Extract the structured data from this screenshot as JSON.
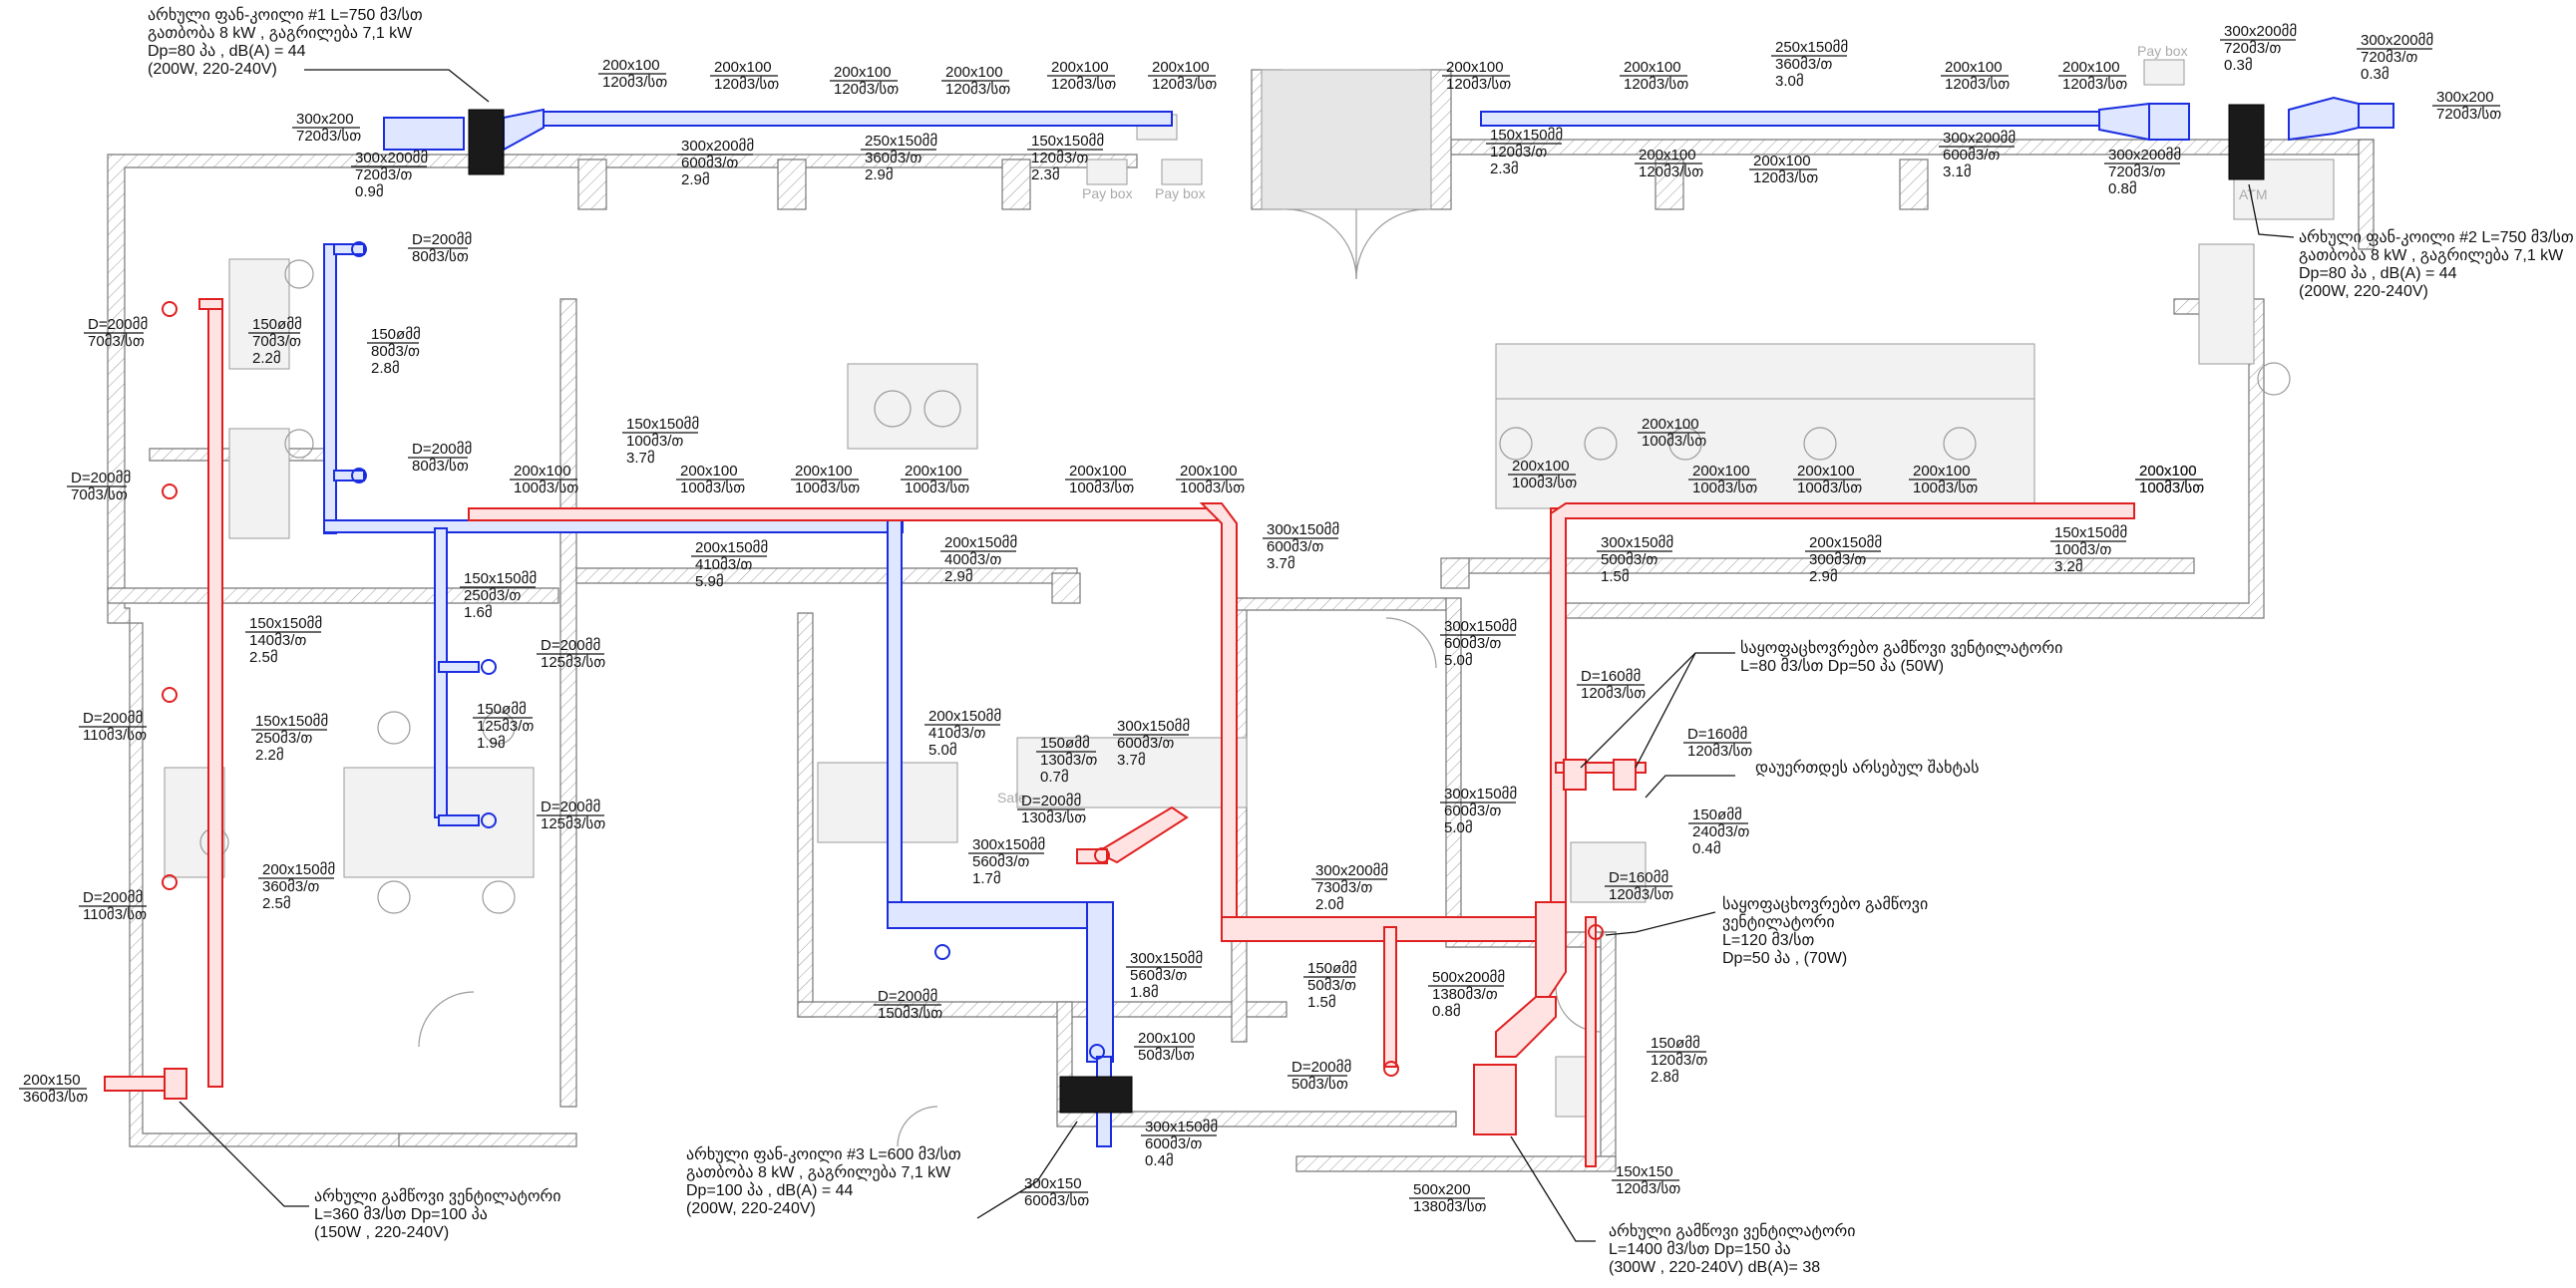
{
  "colors": {
    "supply": "#e02020",
    "return": "#1a2ee0",
    "wall": "#777777"
  },
  "labels": [
    {
      "id": "l1",
      "lines": [
        "300x200",
        "720მ3/სთ"
      ]
    },
    {
      "id": "l2",
      "lines": [
        "300x200მმ",
        "720მ3/თ",
        "0.9მ"
      ]
    },
    {
      "id": "l3",
      "lines": [
        "200x100",
        "120მ3/სთ"
      ]
    },
    {
      "id": "l4",
      "lines": [
        "200x100",
        "120მ3/სთ"
      ]
    },
    {
      "id": "l5",
      "lines": [
        "200x100",
        "120მ3/სთ"
      ]
    },
    {
      "id": "l6",
      "lines": [
        "200x100",
        "120მ3/სთ"
      ]
    },
    {
      "id": "l7",
      "lines": [
        "200x100",
        "120მ3/სთ"
      ]
    },
    {
      "id": "l8",
      "lines": [
        "200x100",
        "120მ3/სთ"
      ]
    },
    {
      "id": "l9",
      "lines": [
        "300x200მმ",
        "600მ3/თ",
        "2.9მ"
      ]
    },
    {
      "id": "l10",
      "lines": [
        "250x150მმ",
        "360მ3/თ",
        "2.9მ"
      ]
    },
    {
      "id": "l11",
      "lines": [
        "150x150მმ",
        "120მ3/თ",
        "2.3მ"
      ]
    },
    {
      "id": "l12",
      "lines": [
        "200x100",
        "120მ3/სთ"
      ]
    },
    {
      "id": "l13",
      "lines": [
        "200x100",
        "120მ3/სთ"
      ]
    },
    {
      "id": "l14",
      "lines": [
        "250x150მმ",
        "360მ3/თ",
        "3.0მ"
      ]
    },
    {
      "id": "l15",
      "lines": [
        "200x100",
        "120მ3/სთ"
      ]
    },
    {
      "id": "l16",
      "lines": [
        "200x100",
        "120მ3/სთ"
      ]
    },
    {
      "id": "l17",
      "lines": [
        "150x150მმ",
        "120მ3/თ",
        "2.3მ"
      ]
    },
    {
      "id": "l18",
      "lines": [
        "200x100",
        "120მ3/სთ"
      ]
    },
    {
      "id": "l19",
      "lines": [
        "200x100",
        "120მ3/სთ"
      ]
    },
    {
      "id": "l20",
      "lines": [
        "300x200მმ",
        "600მ3/თ",
        "3.1მ"
      ]
    },
    {
      "id": "l21",
      "lines": [
        "300x200მმ",
        "720მ3/თ",
        "0.8მ"
      ]
    },
    {
      "id": "l22",
      "lines": [
        "300x200მმ",
        "720მ3/თ",
        "0.3მ"
      ]
    },
    {
      "id": "l23",
      "lines": [
        "300x200მმ",
        "720მ3/თ",
        "0.3მ"
      ]
    },
    {
      "id": "l24",
      "lines": [
        "300x200",
        "720მ3/სთ"
      ]
    },
    {
      "id": "l25",
      "lines": [
        "D=200მმ",
        "80მ3/სთ"
      ]
    },
    {
      "id": "l26",
      "lines": [
        "D=200მმ",
        "70მ3/სთ"
      ]
    },
    {
      "id": "l27",
      "lines": [
        "150øმმ",
        "70მ3/თ",
        "2.2მ"
      ]
    },
    {
      "id": "l28",
      "lines": [
        "150øმმ",
        "80მ3/თ",
        "2.8მ"
      ]
    },
    {
      "id": "l29",
      "lines": [
        "D=200მმ",
        "80მ3/სთ"
      ]
    },
    {
      "id": "l30",
      "lines": [
        "D=200მმ",
        "70მ3/სთ"
      ]
    },
    {
      "id": "l31",
      "lines": [
        "150x150მმ",
        "100მ3/თ",
        "3.7მ"
      ]
    },
    {
      "id": "l32",
      "lines": [
        "200x100",
        "100მ3/სთ"
      ]
    },
    {
      "id": "l33",
      "lines": [
        "200x100",
        "100მ3/სთ"
      ]
    },
    {
      "id": "l34",
      "lines": [
        "200x100",
        "100მ3/სთ"
      ]
    },
    {
      "id": "l35",
      "lines": [
        "200x100",
        "100მ3/სთ"
      ]
    },
    {
      "id": "l36",
      "lines": [
        "200x100",
        "100მ3/სთ"
      ]
    },
    {
      "id": "l37",
      "lines": [
        "200x100",
        "100მ3/სთ"
      ]
    },
    {
      "id": "l38",
      "lines": [
        "200x150მმ",
        "410მ3/თ",
        "5.9მ"
      ]
    },
    {
      "id": "l39",
      "lines": [
        "200x150მმ",
        "400მ3/თ",
        "2.9მ"
      ]
    },
    {
      "id": "l40",
      "lines": [
        "300x150მმ",
        "600მ3/თ",
        "3.7მ"
      ]
    },
    {
      "id": "l41",
      "lines": [
        "150x150მმ",
        "250მ3/თ",
        "1.6მ"
      ]
    },
    {
      "id": "l42",
      "lines": [
        "D=200მმ",
        "125მ3/სთ"
      ]
    },
    {
      "id": "l43",
      "lines": [
        "150øმმ",
        "125მ3/თ",
        "1.9მ"
      ]
    },
    {
      "id": "l44",
      "lines": [
        "D=200მმ",
        "125მ3/სთ"
      ]
    },
    {
      "id": "l45",
      "lines": [
        "150x150მმ",
        "140მ3/თ",
        "2.5მ"
      ]
    },
    {
      "id": "l46",
      "lines": [
        "D=200მმ",
        "110მ3/სთ"
      ]
    },
    {
      "id": "l47",
      "lines": [
        "150x150მმ",
        "250მ3/თ",
        "2.2მ"
      ]
    },
    {
      "id": "l48",
      "lines": [
        "200x150მმ",
        "360მ3/თ",
        "2.5მ"
      ]
    },
    {
      "id": "l49",
      "lines": [
        "D=200მმ",
        "110მ3/სთ"
      ]
    },
    {
      "id": "l50",
      "lines": [
        "200x150",
        "360მ3/სთ"
      ]
    },
    {
      "id": "l51",
      "lines": [
        "200x150მმ",
        "410მ3/თ",
        "5.0მ"
      ]
    },
    {
      "id": "l52",
      "lines": [
        "150øმმ",
        "130მ3/თ",
        "0.7მ"
      ]
    },
    {
      "id": "l53",
      "lines": [
        "D=200მმ",
        "130მ3/სთ"
      ]
    },
    {
      "id": "l54",
      "lines": [
        "300x150მმ",
        "600მ3/თ",
        "3.7მ"
      ]
    },
    {
      "id": "l55",
      "lines": [
        "300x150მმ",
        "560მ3/თ",
        "1.7მ"
      ]
    },
    {
      "id": "l56",
      "lines": [
        "D=200მმ",
        "150მ3/სთ"
      ]
    },
    {
      "id": "l57",
      "lines": [
        "300x150მმ",
        "560მ3/თ",
        "1.8მ"
      ]
    },
    {
      "id": "l58",
      "lines": [
        "200x100",
        "50მ3/სთ"
      ]
    },
    {
      "id": "l59",
      "lines": [
        "300x150მმ",
        "600მ3/თ",
        "0.4მ"
      ]
    },
    {
      "id": "l60",
      "lines": [
        "300x150",
        "600მ3/სთ"
      ]
    },
    {
      "id": "l61",
      "lines": [
        "300x200მმ",
        "730მ3/თ",
        "2.0მ"
      ]
    },
    {
      "id": "l62",
      "lines": [
        "150øმმ",
        "50მ3/თ",
        "1.5მ"
      ]
    },
    {
      "id": "l63",
      "lines": [
        "D=200მმ",
        "50მ3/სთ"
      ]
    },
    {
      "id": "l64",
      "lines": [
        "500x200მმ",
        "1380მ3/თ",
        "0.8მ"
      ]
    },
    {
      "id": "l65",
      "lines": [
        "500x200",
        "1380მ3/სთ"
      ]
    },
    {
      "id": "l66",
      "lines": [
        "300x150მმ",
        "600მ3/თ",
        "5.0მ"
      ]
    },
    {
      "id": "l67",
      "lines": [
        "300x150მმ",
        "600მ3/თ",
        "5.0მ"
      ]
    },
    {
      "id": "l68",
      "lines": [
        "D=160მმ",
        "120მ3/სთ"
      ]
    },
    {
      "id": "l69",
      "lines": [
        "D=160მმ",
        "120მ3/სთ"
      ]
    },
    {
      "id": "l70",
      "lines": [
        "150øმმ",
        "240მ3/თ",
        "0.4მ"
      ]
    },
    {
      "id": "l71",
      "lines": [
        "D=160მმ",
        "120მ3/სთ"
      ]
    },
    {
      "id": "l72",
      "lines": [
        "150øმმ",
        "120მ3/თ",
        "2.8მ"
      ]
    },
    {
      "id": "l73",
      "lines": [
        "150x150",
        "120მ3/სთ"
      ]
    },
    {
      "id": "l74",
      "lines": [
        "200x100",
        "100მ3/სთ"
      ]
    },
    {
      "id": "l75",
      "lines": [
        "200x100",
        "100მ3/სთ"
      ]
    },
    {
      "id": "l76",
      "lines": [
        "200x100",
        "100მ3/სთ"
      ]
    },
    {
      "id": "l77",
      "lines": [
        "200x100",
        "100მ3/სთ"
      ]
    },
    {
      "id": "l78",
      "lines": [
        "200x100",
        "100მ3/სთ"
      ]
    },
    {
      "id": "l79",
      "lines": [
        "200x100",
        "100მ3/სთ"
      ]
    },
    {
      "id": "l80",
      "lines": [
        "200x100",
        "100მ3/სთ"
      ]
    },
    {
      "id": "l81",
      "lines": [
        "300x150მმ",
        "500მ3/თ",
        "1.5მ"
      ]
    },
    {
      "id": "l82",
      "lines": [
        "200x150მმ",
        "300მ3/თ",
        "2.9მ"
      ]
    },
    {
      "id": "l83",
      "lines": [
        "150x150მმ",
        "100მ3/თ",
        "3.2მ"
      ]
    }
  ],
  "notes": [
    {
      "id": "n1",
      "lines": [
        "არხული ფან-კოილი #1 L=750 მ3/სთ",
        "გათბობა 8 kW , გაგრილება 7,1 kW",
        " Dp=80 პა , dB(A) = 44",
        " (200W, 220-240V)"
      ]
    },
    {
      "id": "n2",
      "lines": [
        "არხული ფან-კოილი #2 L=750 მ3/სთ",
        "გათბობა 8 kW , გაგრილება 7,1 kW",
        " Dp=80 პა , dB(A) = 44",
        " (200W, 220-240V)"
      ]
    },
    {
      "id": "n3",
      "lines": [
        "არხული ფან-კოილი #3 L=600 მ3/სთ",
        "გათბობა 8 kW , გაგრილება 7,1 kW",
        " Dp=100 პა , dB(A) = 44",
        " (200W, 220-240V)"
      ]
    },
    {
      "id": "n4",
      "lines": [
        "არხული გამწოვი ვენტილატორი",
        " L=360 მ3/სთ  Dp=100 პა",
        " (150W , 220-240V)"
      ]
    },
    {
      "id": "n5",
      "lines": [
        "არხული გამწოვი ვენტილატორი",
        " L=1400 მ3/სთ  Dp=150 პა",
        " (300W , 220-240V) dB(A)= 38"
      ]
    },
    {
      "id": "n6",
      "lines": [
        "საყოფაცხოვრებო გამწოვი ვენტილატორი",
        " L=80 მ3/სთ  Dp=50 პა  (50W)"
      ]
    },
    {
      "id": "n7",
      "lines": [
        "დაუერთდეს არსებულ შახტას"
      ]
    },
    {
      "id": "n8",
      "lines": [
        "საყოფაცხოვრებო გამწოვი",
        " ვენტილატორი",
        " L=120 მ3/სთ",
        " Dp=50 პა , (70W)"
      ]
    }
  ],
  "plan_text": [
    "Pay box",
    "Pay box",
    "Pay box",
    "ATM",
    "Safe"
  ]
}
